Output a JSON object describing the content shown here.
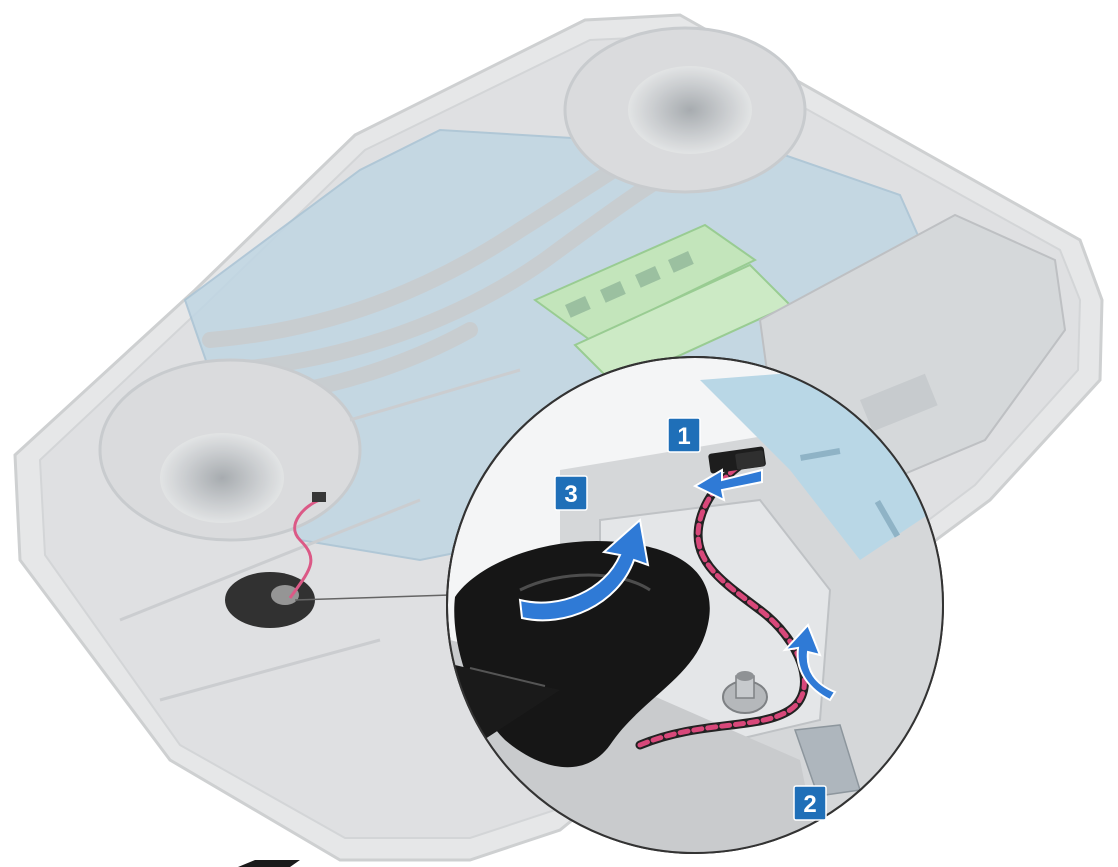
{
  "callouts": [
    {
      "number": "1"
    },
    {
      "number": "2"
    },
    {
      "number": "3"
    }
  ],
  "colors": {
    "callout_blue": "#1f6fb8",
    "arrow_blue": "#2f7ad6",
    "chassis_gray": "#d9dadb",
    "board_blue": "#a9c9dc",
    "memory_green": "#b7e0ae",
    "battery_gray": "#cfd2d4",
    "cable_red": "#d8487a",
    "coin_black": "#1a1a1a"
  },
  "icons": {
    "callout_arrow": "curved-arrow-icon",
    "push_arrow": "straight-arrow-icon"
  }
}
